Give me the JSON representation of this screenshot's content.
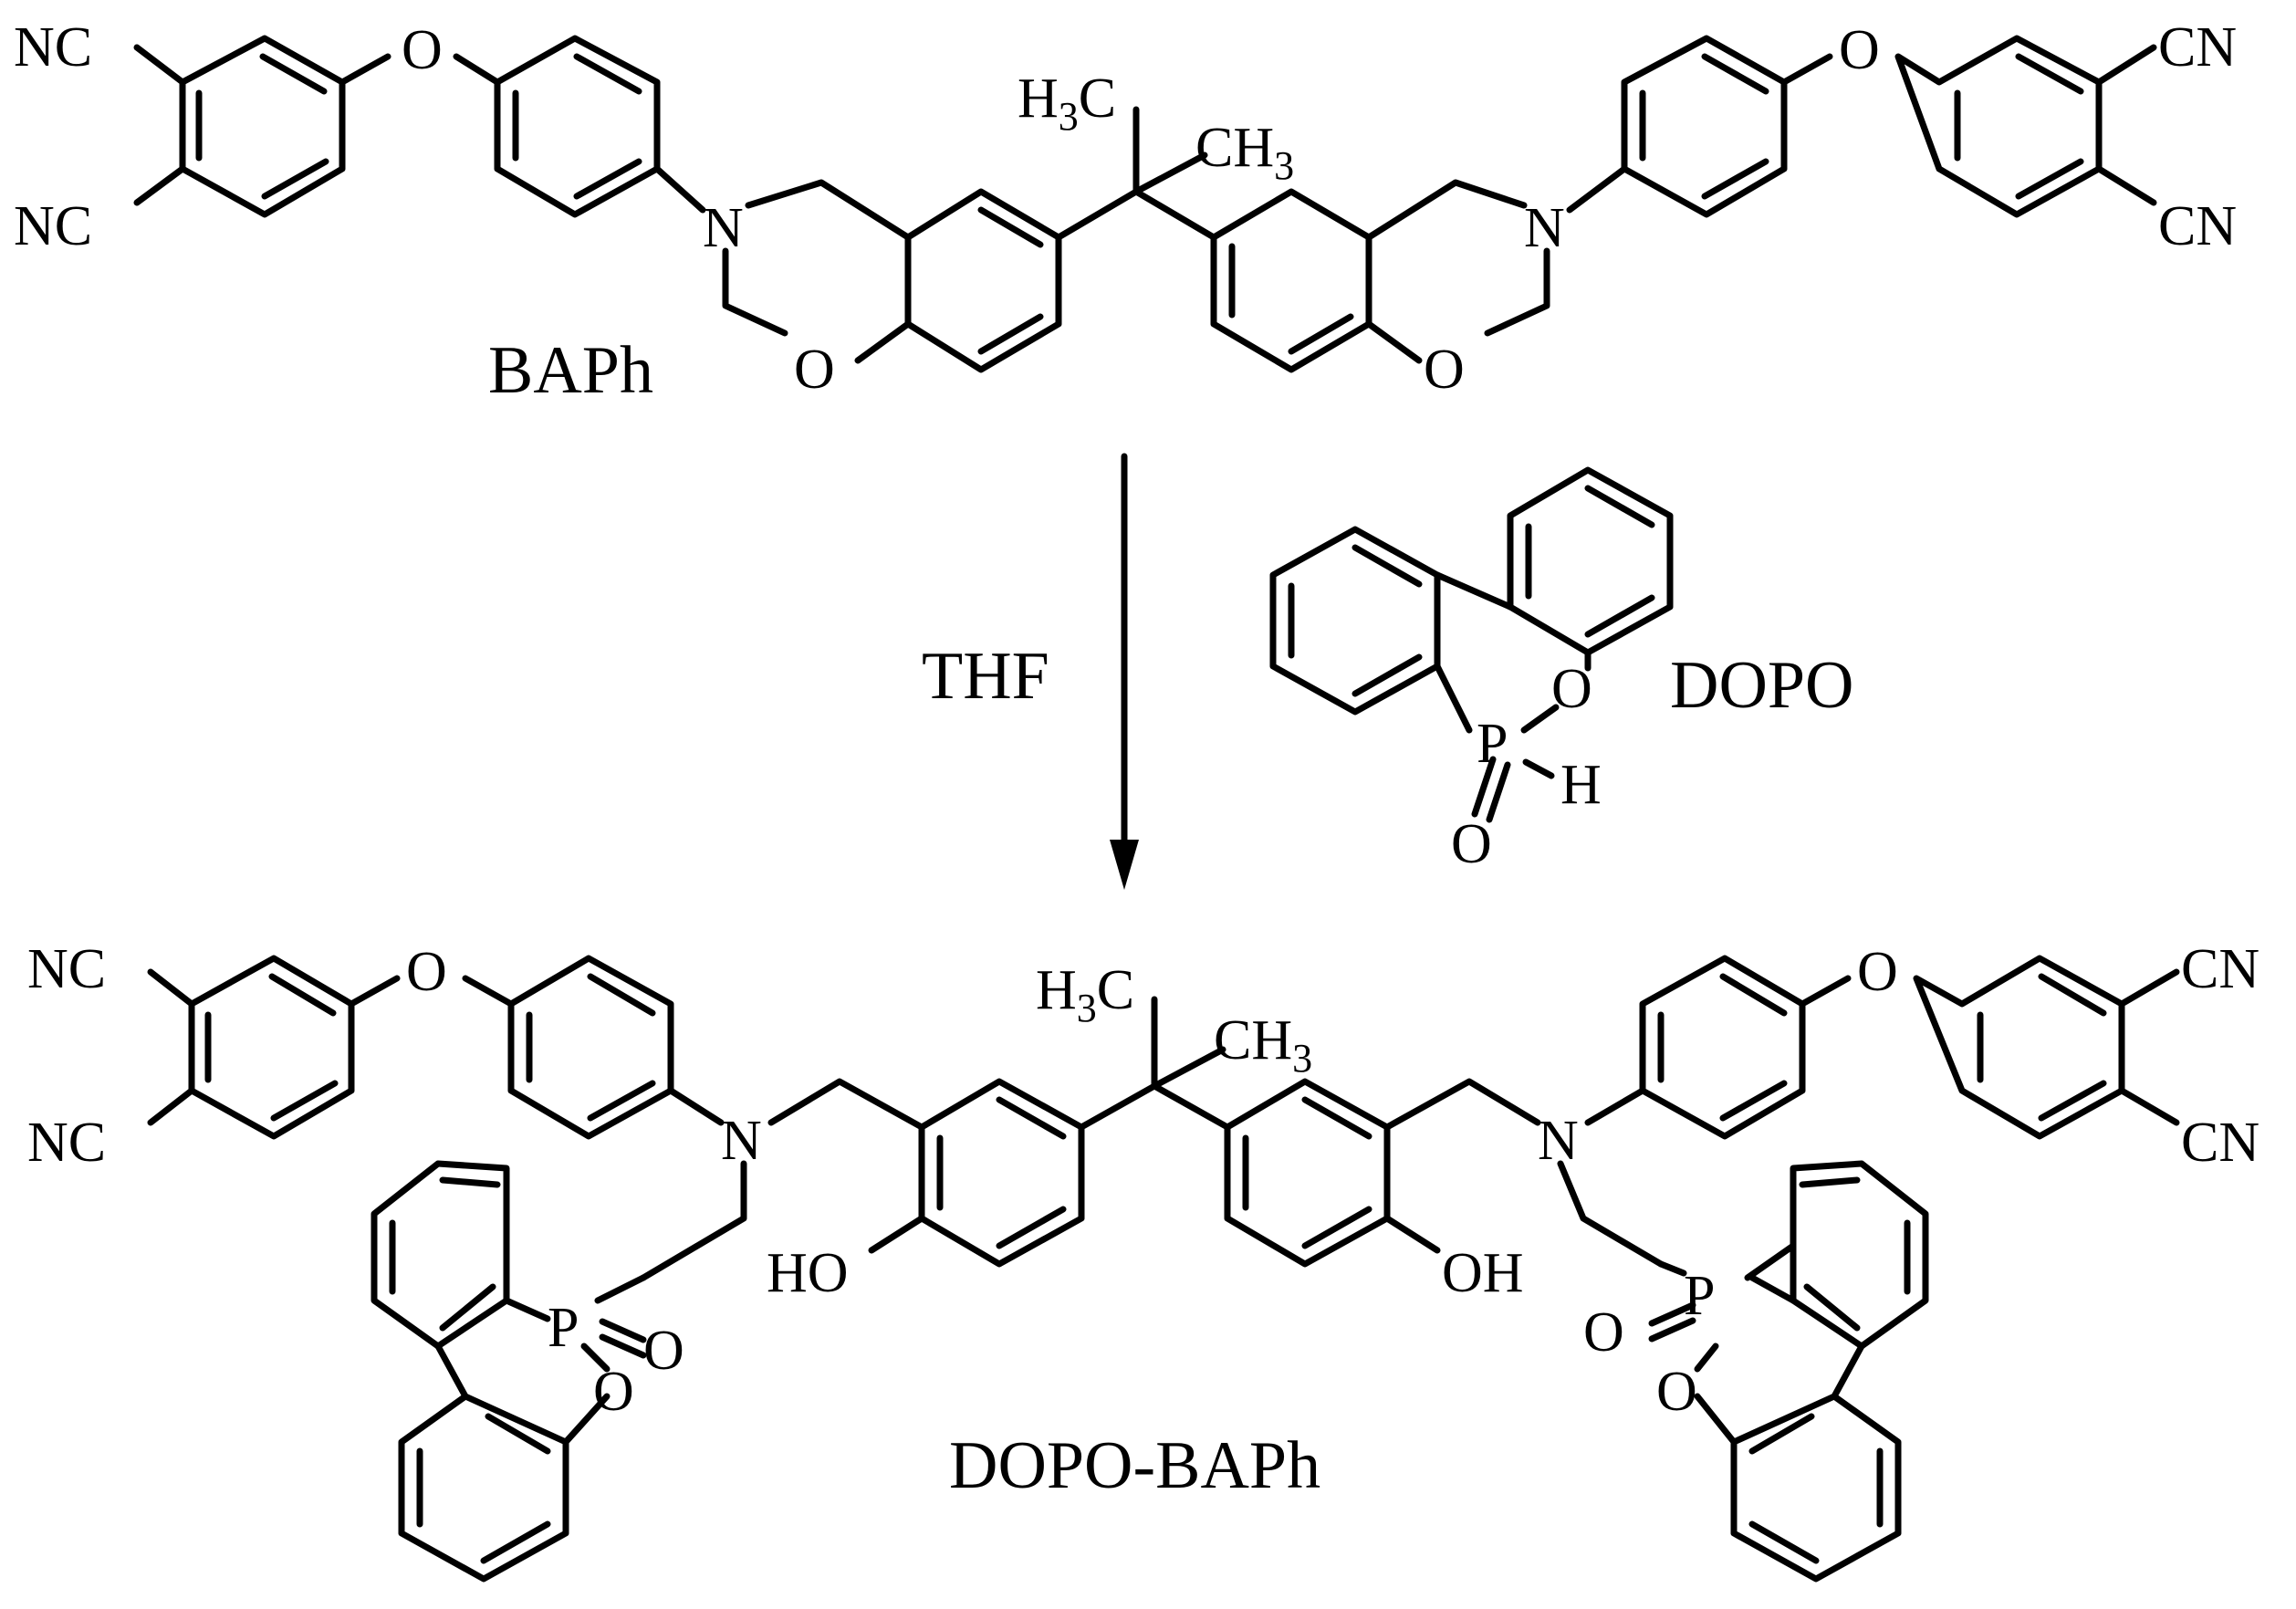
{
  "labels": {
    "reactant_name": "BAPh",
    "reagent_name": "DOPO",
    "solvent": "THF",
    "product_name": "DOPO-BAPh"
  },
  "atoms": {
    "nc": "NC",
    "cn": "CN",
    "o": "O",
    "n": "N",
    "p": "P",
    "h": "H",
    "ho": "HO",
    "oh": "OH",
    "ch3_main": "CH",
    "h3c_h": "H",
    "h3c_c": "C",
    "sub3": "3"
  },
  "colors": {
    "ink": "#000000",
    "background": "#ffffff"
  }
}
